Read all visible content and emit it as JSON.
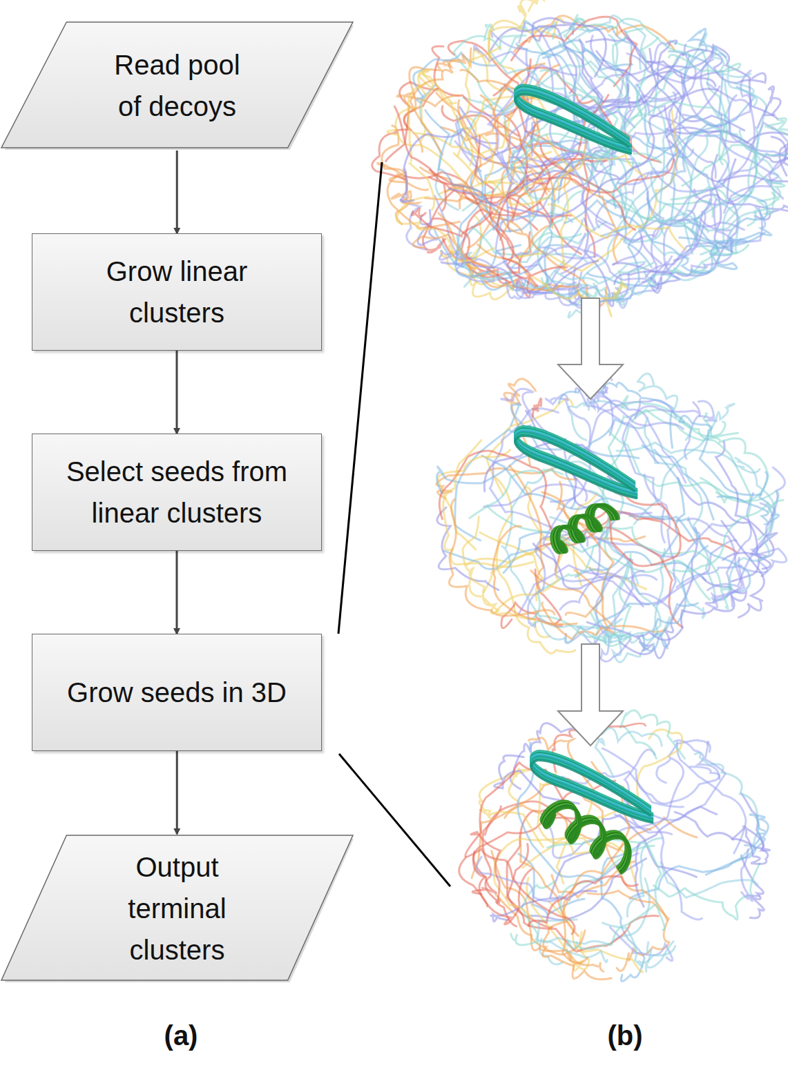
{
  "diagram": {
    "nodes": [
      {
        "text": [
          "Read pool of decoys"
        ]
      },
      {
        "text": [
          "Grow linear clusters"
        ]
      },
      {
        "text": [
          "Select seeds from linear clusters"
        ]
      },
      {
        "text": [
          "Grow seeds in 3D"
        ]
      },
      {
        "text": [
          "Output terminal clusters"
        ]
      }
    ],
    "edges": [
      {
        "from": 0,
        "to": 1,
        "arrow": "to"
      },
      {
        "from": 1,
        "to": 2,
        "arrow": "to"
      },
      {
        "from": 2,
        "to": 3,
        "arrow": "to"
      },
      {
        "from": 3,
        "to": 4,
        "arrow": "to"
      }
    ],
    "labels": [
      "(a)",
      "(b)"
    ]
  }
}
